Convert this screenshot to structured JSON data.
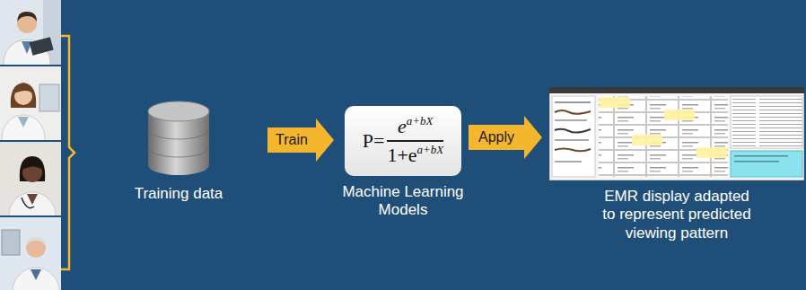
{
  "diagram": {
    "nodes": [
      {
        "text": [
          "Training data"
        ]
      },
      {
        "text": [
          "P=",
          "e",
          "a+bX",
          "1+e",
          "a+bX",
          "Machine Learning Models"
        ]
      },
      {
        "text": [
          "EMR display adapted to represent predicted viewing pattern"
        ]
      }
    ],
    "edges": [
      {
        "from": 0,
        "to": 1,
        "arrow": "to",
        "label": "Train"
      },
      {
        "from": 1,
        "to": 2,
        "arrow": "to",
        "label": "Apply"
      }
    ]
  }
}
